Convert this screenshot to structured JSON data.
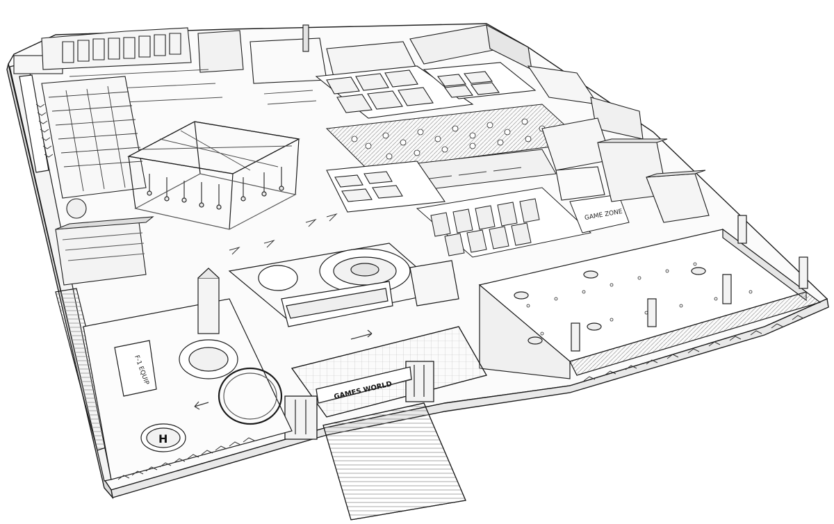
{
  "sign_games_world": "GAMES WORLD",
  "helipad_letter": "H",
  "sign_left_entry": "F-1 EQUIP",
  "sign_right_zone": "GAME ZONE",
  "colors": {
    "line": "#1a1a1a",
    "mid": "#6d6d6d",
    "light": "#c9c9c9",
    "paper": "#ffffff",
    "floor": "#f2f2f2"
  }
}
